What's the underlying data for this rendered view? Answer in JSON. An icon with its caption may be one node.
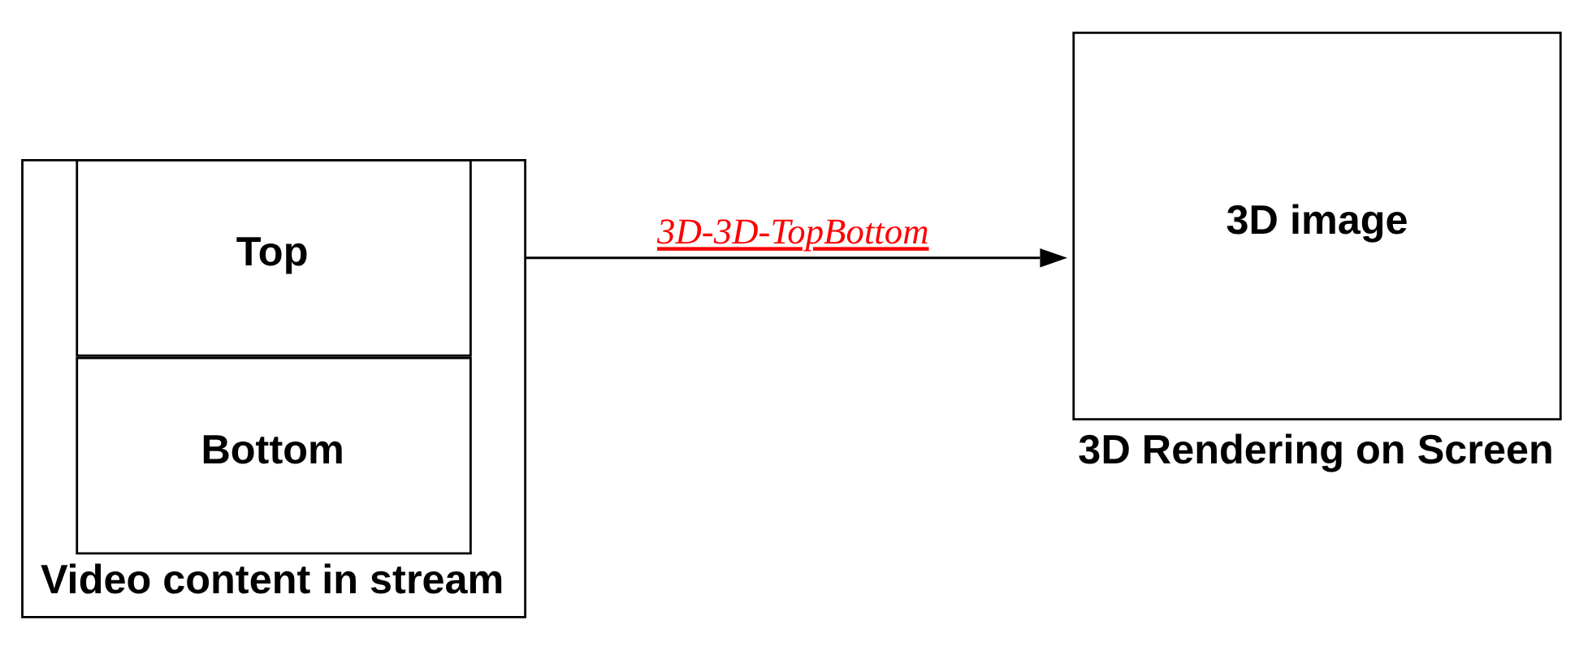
{
  "diagram": {
    "nodes": [
      {
        "text": [],
        "shape": "box",
        "beside": [
          "Video content in stream"
        ]
      },
      {
        "text": [
          "Top"
        ],
        "in": 0
      },
      {
        "text": [
          "Bottom"
        ],
        "in": 0
      },
      {
        "text": [
          "3D image"
        ],
        "beside": [
          "3D Rendering on Screen"
        ]
      }
    ],
    "edges": [
      {
        "from": 0,
        "to": 3,
        "arrow": "to",
        "label": "3D-3D-TopBottom"
      }
    ]
  }
}
